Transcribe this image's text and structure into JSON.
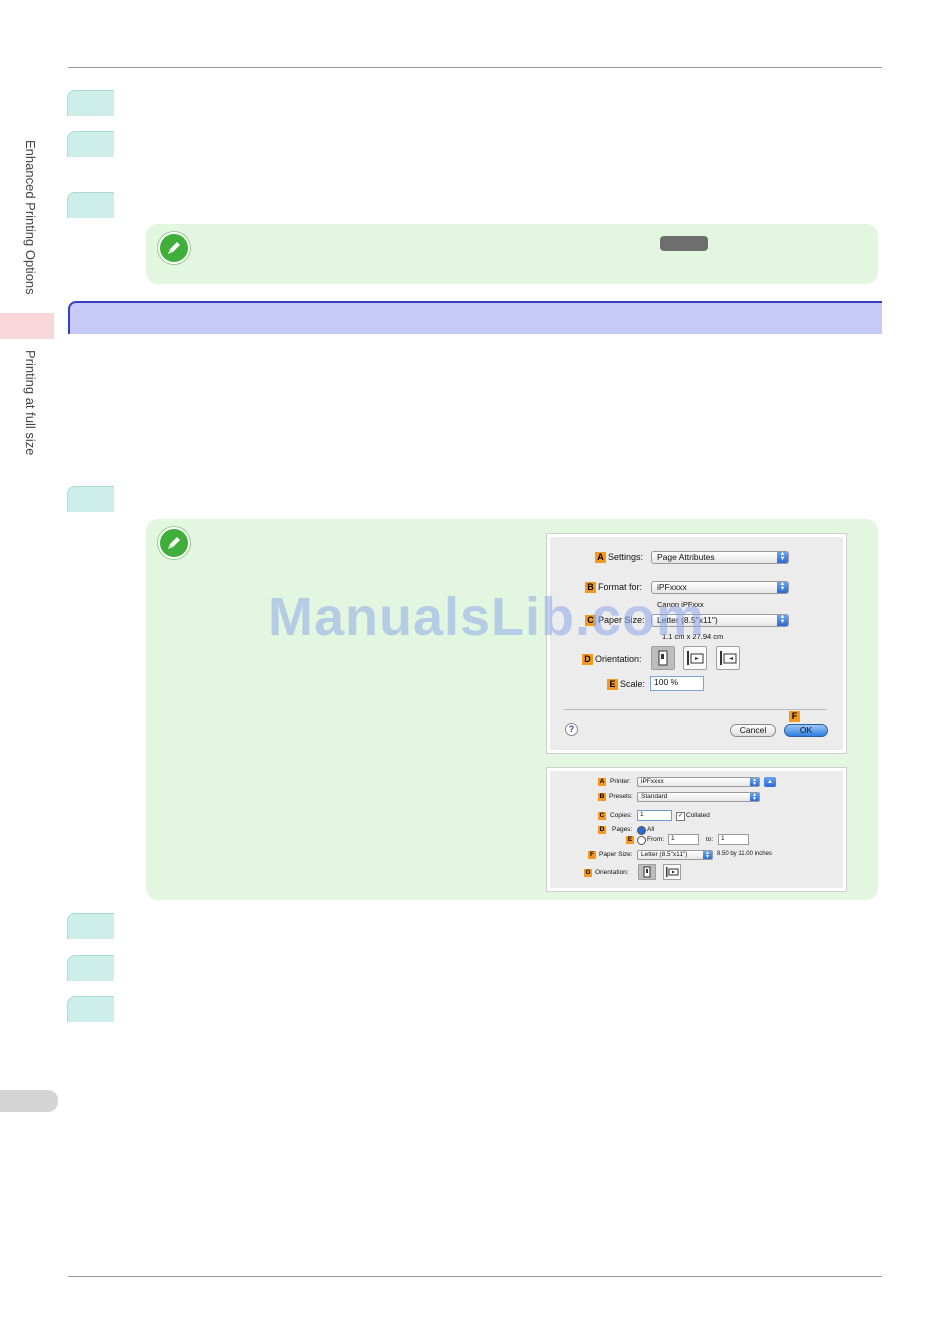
{
  "sidebar": {
    "chapter": "Enhanced Printing Options",
    "section": "Printing at full size"
  },
  "page_setup_dialog": {
    "settings_label": "Settings:",
    "settings_value": "Page Attributes",
    "format_label": "Format for:",
    "format_value": "iPFxxxx",
    "format_sub": "Canon iPFxxx",
    "paper_label": "Paper Size:",
    "paper_value": "Letter (8.5\"x11\")",
    "paper_sub": "1.1 cm x 27.94 cm",
    "orientation_label": "Orientation:",
    "scale_label": "Scale:",
    "scale_value": "100 %",
    "cancel_label": "Cancel",
    "ok_label": "OK",
    "help_label": "?",
    "markers": {
      "a": "A",
      "b": "B",
      "c": "C",
      "d": "D",
      "e": "E",
      "f": "F"
    }
  },
  "print_dialog": {
    "printer_label": "Printer:",
    "printer_value": "iPFxxxx",
    "presets_label": "Presets:",
    "presets_value": "Standard",
    "copies_label": "Copies:",
    "copies_value": "1",
    "collated_label": "Collated",
    "pages_label": "Pages:",
    "all_label": "All",
    "from_label": "From:",
    "from_value": "1",
    "to_label": "to:",
    "to_value": "1",
    "paper_label": "Paper Size:",
    "paper_value": "Letter (8.5\"x11\")",
    "paper_dims": "8.50 by 11.00 inches",
    "orientation_label": "Orientation:",
    "markers": {
      "a": "A",
      "b": "B",
      "c": "C",
      "d": "D",
      "e": "E",
      "f": "F",
      "g": "G"
    }
  },
  "watermark": "ManualsLib.com",
  "colors": {
    "step_tab": "#cdeee9",
    "note_bg": "#e3f7e0",
    "section_bar": "#c7c9f7",
    "section_border": "#3b3fbf",
    "side_highlight": "#f9d6d9",
    "marker": "#f39a1e"
  },
  "icons": [
    "note-pencil-icon",
    "help-icon",
    "portrait-icon",
    "landscape-icon",
    "reverse-landscape-icon",
    "popup-arrows-icon"
  ]
}
